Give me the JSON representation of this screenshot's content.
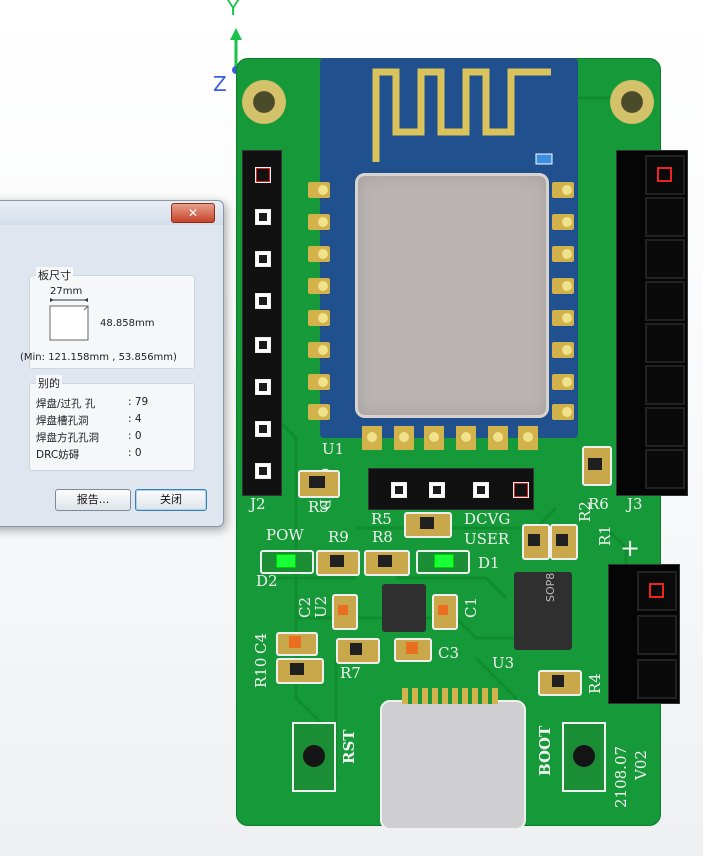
{
  "axes": {
    "y_label": "Y",
    "z_label": "Z",
    "y_color": "#19c24a",
    "x_color": "#e22b2b",
    "z_color": "#3a5fd6"
  },
  "dialog": {
    "close_glyph": "✕",
    "board_size": {
      "title": "板尺寸",
      "width": "27mm",
      "height": "48.858mm",
      "min": "(Min: 121.158mm , 53.856mm)"
    },
    "stats": {
      "title": "别的",
      "rows": [
        {
          "label": "焊盘/过孔 孔",
          "value": ": 79"
        },
        {
          "label": "焊盘槽孔洞",
          "value": ": 4"
        },
        {
          "label": "焊盘方孔孔洞",
          "value": ": 0"
        },
        {
          "label": "DRC妨碍",
          "value": ": 0"
        }
      ]
    },
    "buttons": {
      "report": "报告...",
      "close": "关闭"
    }
  },
  "pcb": {
    "board_color": "#169a39",
    "labels": {
      "u1": "U1",
      "j2": "J2",
      "j3": "J3",
      "r3": "R3",
      "oled": "OLED",
      "r5": "R5",
      "r8": "R8",
      "r9": "R9",
      "dcvg": "DCVG",
      "user": "USER",
      "d1": "D1",
      "r2": "R2",
      "r1": "R1",
      "r6": "R6",
      "pow": "POW",
      "d2": "D2",
      "c2": "C2",
      "u2": "U2",
      "c1": "C1",
      "u3": "U3",
      "sop8": "SOP8",
      "c4": "C4",
      "r10": "R10",
      "r7": "R7",
      "c3": "C3",
      "r4": "R4",
      "rst": "RST",
      "boot": "BOOT",
      "plus": "+",
      "date": "2108.07",
      "version": "V02"
    }
  }
}
